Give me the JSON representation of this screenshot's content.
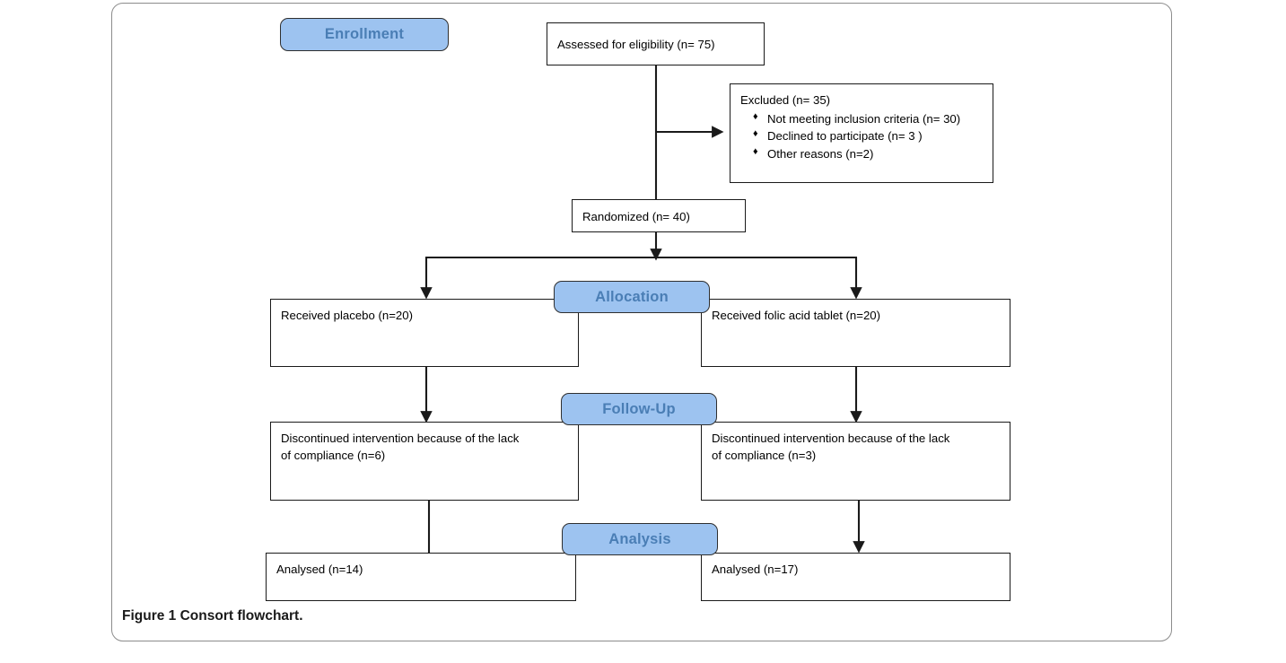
{
  "figure": {
    "caption_label": "Figure 1",
    "caption_text": "Consort flowchart."
  },
  "colors": {
    "badge_fill": "#9dc3f0",
    "badge_text": "#4a7eb5",
    "badge_border": "#2f2f2f",
    "box_border": "#1a1a1a",
    "panel_border": "#8c8c8c",
    "connector": "#1a1a1a"
  },
  "stages": [
    {
      "id": "enrollment",
      "label": "Enrollment"
    },
    {
      "id": "allocation",
      "label": "Allocation"
    },
    {
      "id": "followup",
      "label": "Follow-Up"
    },
    {
      "id": "analysis",
      "label": "Analysis"
    }
  ],
  "nodes": {
    "assessed": {
      "label": "Assessed for eligibility (n= 75)"
    },
    "excluded": {
      "title": "Excluded (n= 35)",
      "bullet_glyph": "♦",
      "reasons": [
        "Not meeting inclusion criteria (n= 30)",
        "Declined to participate (n= 3 )",
        "Other reasons (n=2)"
      ]
    },
    "randomized": {
      "label": "Randomized (n= 40)"
    },
    "alloc_left": {
      "label": "Received placebo (n=20)"
    },
    "alloc_right": {
      "label": "Received folic acid tablet (n=20)"
    },
    "followup_left": {
      "line1": "Discontinued intervention because of the lack",
      "line2": "of compliance (n=6)"
    },
    "followup_right": {
      "line1": "Discontinued intervention because of the lack",
      "line2": "of compliance (n=3)"
    },
    "analysis_left": {
      "label": "Analysed (n=14)"
    },
    "analysis_right": {
      "label": "Analysed (n=17)"
    }
  }
}
